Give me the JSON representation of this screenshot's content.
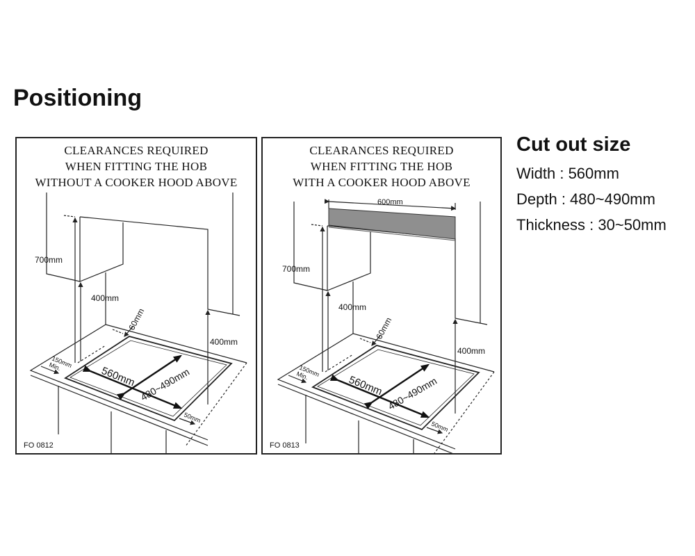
{
  "title": "Positioning",
  "panels": [
    {
      "heading": [
        "CLEARANCES REQUIRED",
        "WHEN FITTING THE HOB",
        "WITHOUT A COOKER HOOD ABOVE"
      ],
      "code": "FO 0812",
      "labels": {
        "h700": "700mm",
        "h400_left": "400mm",
        "h400_right": "400mm",
        "back": "60mm",
        "width": "560mm",
        "depth": "480~490mm",
        "side": "50mm",
        "front_a": "150mm",
        "front_b": "Min."
      }
    },
    {
      "heading": [
        "CLEARANCES REQUIRED",
        "WHEN FITTING THE HOB",
        "WITH A COOKER HOOD ABOVE"
      ],
      "code": "FO 0813",
      "hood_width": "600mm",
      "labels": {
        "h700": "700mm",
        "h400_left": "400mm",
        "h400_right": "400mm",
        "back": "60mm",
        "width": "560mm",
        "depth": "480~490mm",
        "side": "50mm",
        "front_a": "150mm",
        "front_b": "Min."
      }
    }
  ],
  "cutout": {
    "heading": "Cut out size",
    "width": "Width : 560mm",
    "depth": "Depth : 480~490mm",
    "thickness": "Thickness : 30~50mm"
  },
  "colors": {
    "hood": "#8f8f8f",
    "line": "#222222"
  }
}
